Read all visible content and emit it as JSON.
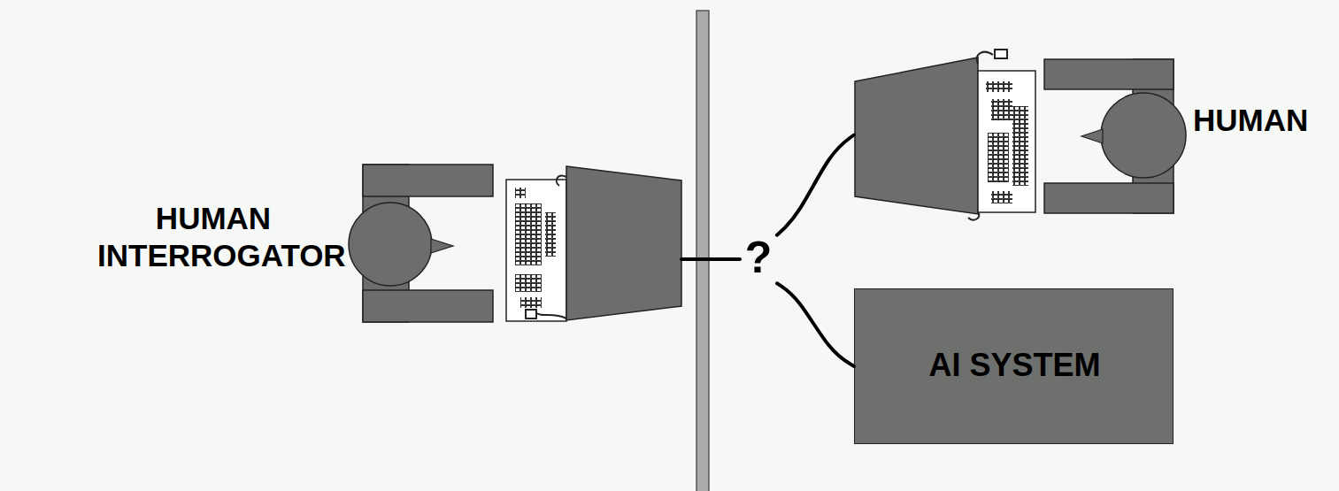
{
  "diagram": {
    "nodes": [
      {
        "text": [
          "HUMAN INTERROGATOR"
        ]
      },
      {
        "text": [
          "?"
        ]
      },
      {
        "text": [
          "HUMAN"
        ]
      },
      {
        "text": [
          "AI SYSTEM"
        ]
      }
    ],
    "edges": [
      {
        "from": 0,
        "to": 1,
        "arrow": "none"
      },
      {
        "from": 1,
        "to": 2,
        "arrow": "none"
      },
      {
        "from": 1,
        "to": 3,
        "arrow": "none"
      }
    ]
  }
}
